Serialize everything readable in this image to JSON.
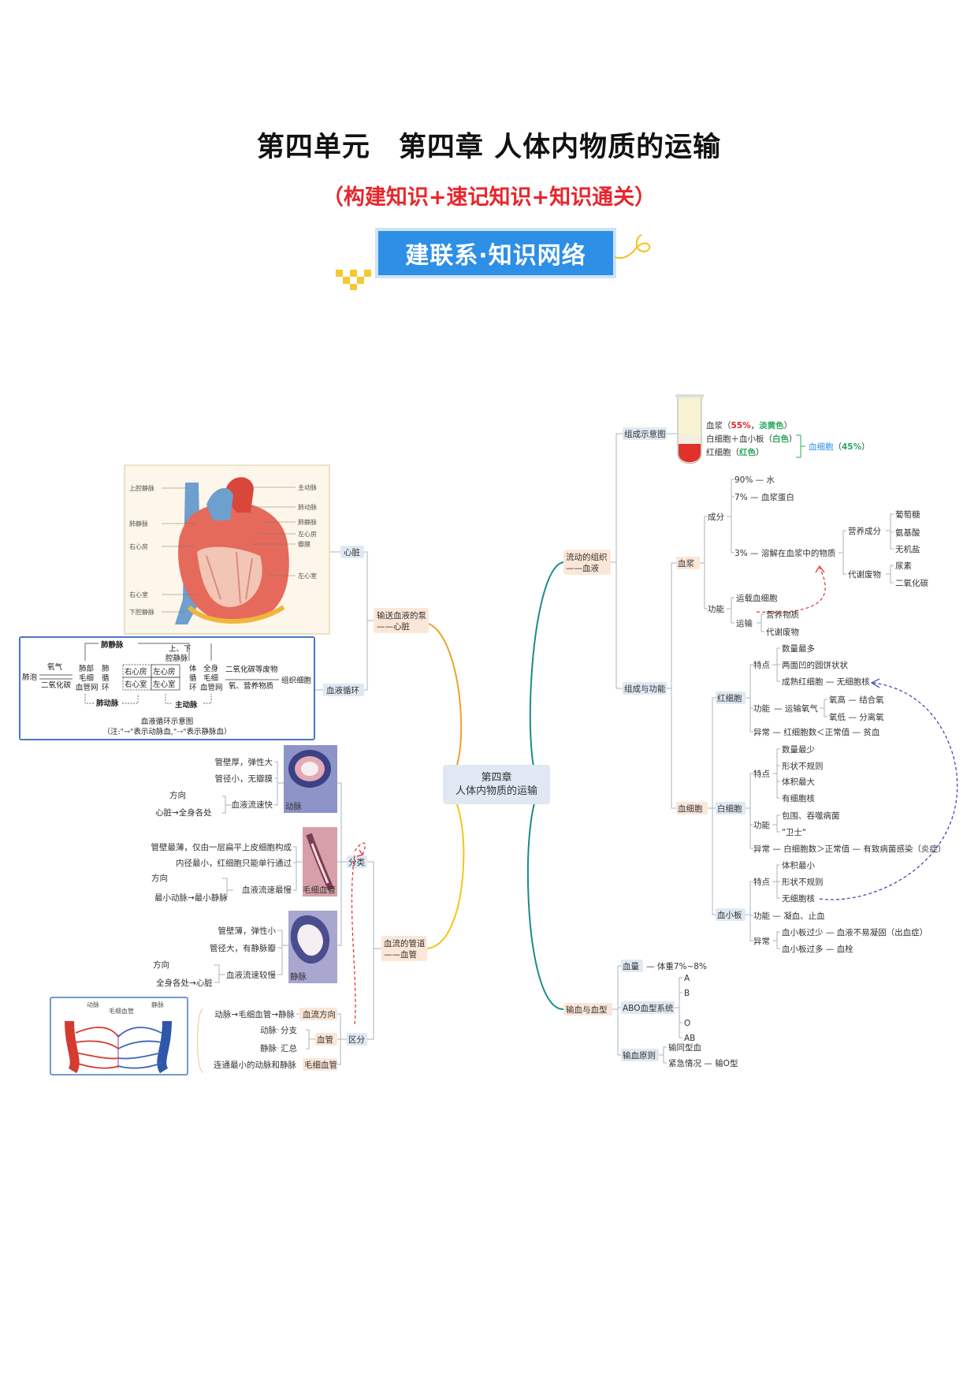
{
  "header": {
    "title": "第四单元　第四章  人体内物质的运输",
    "subtitle": "（构建知识+速记知识+知识通关）",
    "banner": "建联系·知识网络"
  },
  "root": {
    "line1": "第四章",
    "line2": "人体内物质的运输"
  },
  "heart_branch": {
    "label1": "输送血液的泵",
    "label2": "——心脏",
    "heart": "心脏",
    "circulation": "血液循环",
    "heart_labels": [
      "上腔静脉",
      "肺静脉",
      "右心房",
      "右心室",
      "下腔静脉",
      "主动脉",
      "肺动脉",
      "肺静脉",
      "左心房",
      "瓣膜",
      "左心室"
    ],
    "circ": {
      "pulmonary_vein": "肺静脉",
      "alveoli": "肺泡",
      "oxygen": "氧气",
      "co2": "二氧化碳",
      "lung_capillary": [
        "肺部",
        "毛细",
        "血管网"
      ],
      "pulmonary_circ": [
        "肺",
        "循",
        "环"
      ],
      "vena_cava": [
        "上、下",
        "腔静脉"
      ],
      "ra": "右心房",
      "la": "左心房",
      "rv": "右心室",
      "lv": "左心室",
      "systemic_circ": [
        "体",
        "循",
        "环"
      ],
      "body_capillary": [
        "全身",
        "毛细",
        "血管网"
      ],
      "waste": "二氧化碳等废物",
      "nutrients": "氧、营养物质",
      "tissue": "组织细胞",
      "pulmonary_artery": "肺动脉",
      "aorta": "主动脉",
      "caption": "血液循环示意图",
      "note": "（注:\"→\"表示动脉血,\"⇢\"表示静脉血）"
    }
  },
  "vessel_branch": {
    "label1": "血流的管道",
    "label2": "——血管",
    "classify": "分类",
    "distinguish": "区分",
    "artery": {
      "name": "动脉",
      "wall": "管壁厚，弹性大",
      "diameter": "管径小，无瓣膜",
      "direction_label": "方向",
      "direction": "心脏→全身各处",
      "speed": "血液流速快"
    },
    "capillary": {
      "name": "毛细血管",
      "wall": "管壁最薄，仅由一层扁平上皮细胞构成",
      "diameter": "内径最小，红细胞只能单行通过",
      "direction_label": "方向",
      "direction": "最小动脉→最小静脉",
      "speed": "血液流速最慢"
    },
    "vein": {
      "name": "静脉",
      "wall": "管壁薄，弹性小",
      "diameter": "管径大，有静脉瓣",
      "direction_label": "方向",
      "direction": "全身各处→心脏",
      "speed": "血液流速较慢"
    },
    "diff": {
      "flow": "动脉→毛细血管→静脉",
      "flow_label": "血流方向",
      "branch": "动脉",
      "branch_v": "分支",
      "gather": "静脉",
      "gather_v": "汇总",
      "vessel": "血管",
      "connect": "连通最小的动脉和静脉",
      "connect_label": "毛细血管"
    },
    "diagram_labels": {
      "artery": "动脉",
      "capillary": "毛细血管",
      "vein": "静脉"
    }
  },
  "blood_branch": {
    "label1": "流动的组织",
    "label2": "——血液",
    "composition_diagram": "组成示意图",
    "tube": {
      "plasma": "血浆",
      "plasma_pct": "55%",
      "plasma_color": "淡黄色",
      "wbc_platelet": "白细胞＋血小板",
      "white": "白色",
      "rbc": "红细胞",
      "red": "红色",
      "cells": "血细胞",
      "cells_pct": "45%"
    },
    "composition_function": "组成与功能",
    "plasma": {
      "name": "血浆",
      "composition": "成分",
      "water_pct": "90%",
      "water": "水",
      "protein_pct": "7%",
      "protein": "血浆蛋白",
      "dissolved_pct": "3%",
      "dissolved": "溶解在血浆中的物质",
      "nutrients": "营养成分",
      "glucose": "葡萄糖",
      "amino": "氨基酸",
      "salt": "无机盐",
      "waste": "代谢废物",
      "urea": "尿素",
      "co2": "二氧化碳",
      "function": "功能",
      "carry_cells": "运载血细胞",
      "transport": "运输",
      "nutr_sub": "营养物质",
      "waste_sub": "代谢废物"
    },
    "cells": {
      "name": "血细胞",
      "rbc": {
        "name": "红细胞",
        "feature": "特点",
        "f1": "数量最多",
        "f2": "两面凹的圆饼状状",
        "f3": "成熟红细胞",
        "no_nucleus": "无细胞核",
        "function": "功能",
        "transport_o2": "运输氧气",
        "high_o2": "氧高",
        "bind": "结合氧",
        "low_o2": "氧低",
        "release": "分离氧",
        "abnormal": "异常",
        "low_count": "红细胞数＜正常值",
        "anemia": "贫血"
      },
      "wbc": {
        "name": "白细胞",
        "feature": "特点",
        "f1": "数量最少",
        "f2": "形状不规则",
        "f3": "体积最大",
        "f4": "有细胞核",
        "function": "功能",
        "fn1": "包围、吞噬病菌",
        "fn2": "\"卫士\"",
        "abnormal": "异常",
        "high_count": "白细胞数＞正常值",
        "infection": "有致病菌感染（炎症）"
      },
      "platelet": {
        "name": "血小板",
        "feature": "特点",
        "f1": "体积最小",
        "f2": "形状不规则",
        "f3": "无细胞核",
        "function": "功能",
        "fn": "凝血、止血",
        "abnormal": "异常",
        "low": "血小板过少",
        "low_r": "血液不易凝固（出血症）",
        "high": "血小板过多",
        "high_r": "血栓"
      }
    }
  },
  "transfusion_branch": {
    "label": "输血与血型",
    "volume": "血量",
    "volume_v": "体重7%~8%",
    "abo": "ABO血型系统",
    "types": [
      "A",
      "B",
      "O",
      "AB"
    ],
    "principle": "输血原则",
    "p1": "输同型血",
    "p2": "紧急情况",
    "p2_v": "输O型"
  },
  "colors": {
    "plasma_highlight": "#e8262c",
    "accent_blue": "#2d8fe6",
    "root_bg": "#dfe8f3",
    "node_bg": "#fbe7d8"
  }
}
